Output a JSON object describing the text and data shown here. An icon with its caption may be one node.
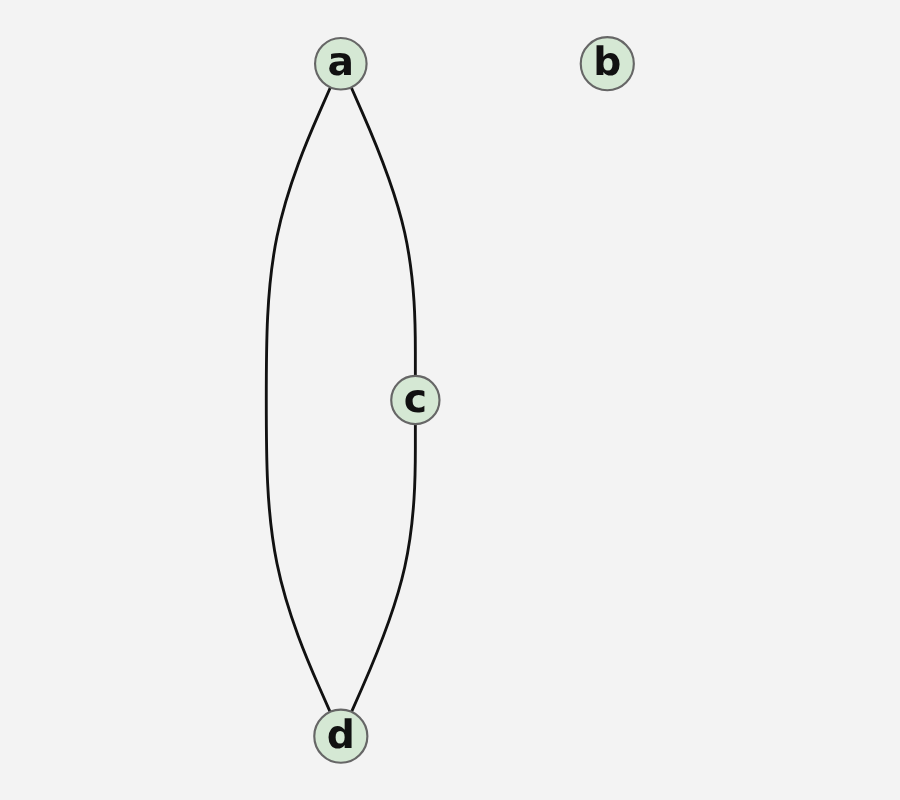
{
  "diagram": {
    "nodes": [
      {
        "text": [
          "a"
        ]
      },
      {
        "text": [
          "b"
        ]
      },
      {
        "text": [
          "c"
        ]
      },
      {
        "text": [
          "d"
        ]
      }
    ],
    "edges": [
      {
        "from": 0,
        "to": 2,
        "arrow": "none"
      },
      {
        "from": 0,
        "to": 3,
        "arrow": "none"
      },
      {
        "from": 2,
        "to": 3,
        "arrow": "none"
      }
    ]
  }
}
